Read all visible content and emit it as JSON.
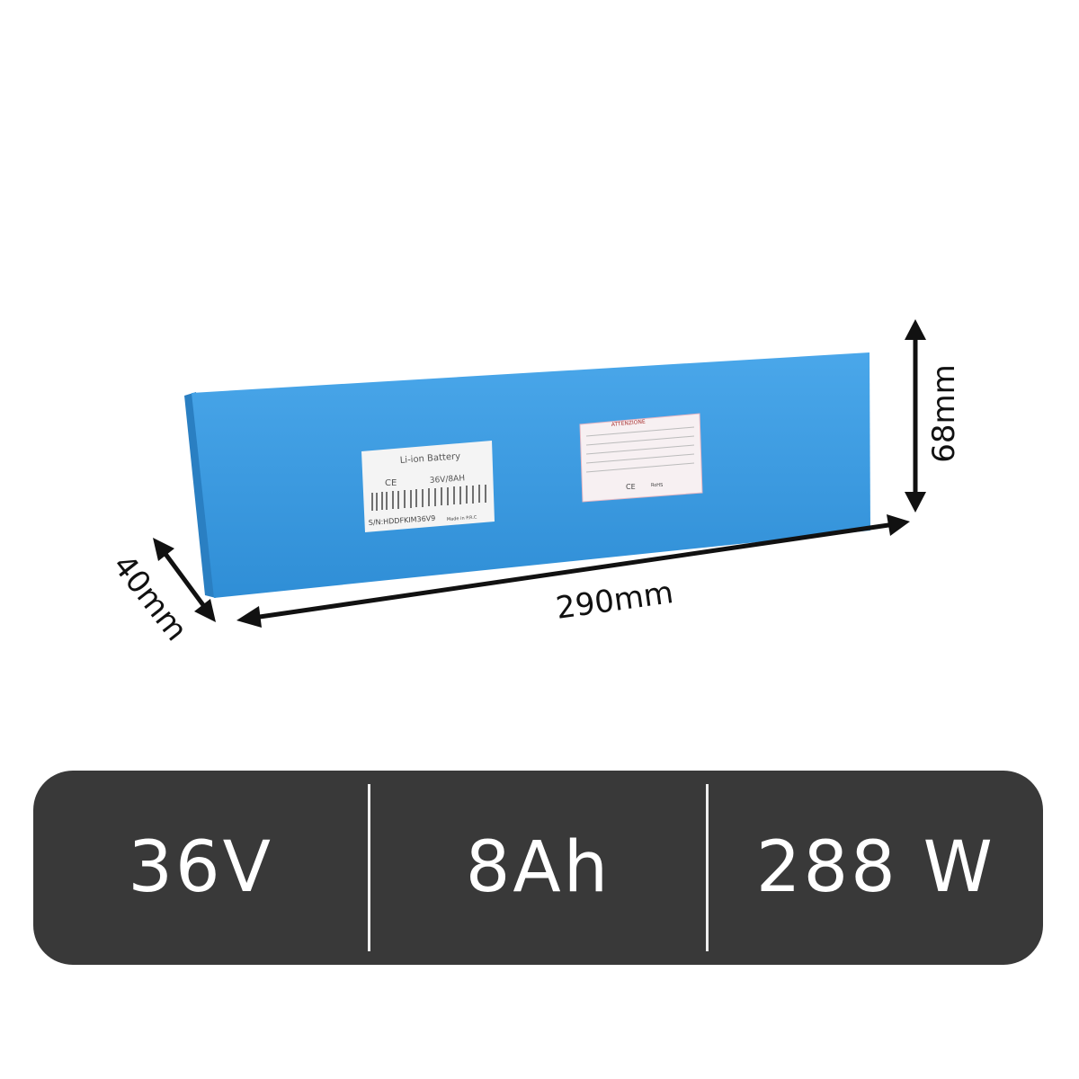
{
  "dimensions": {
    "length": "290mm",
    "height": "68mm",
    "depth": "40mm"
  },
  "label_main": {
    "title": "Li-ion Battery",
    "rating": "36V/8AH",
    "serial": "S/N:HDDFKIM36V9",
    "origin": "Made in P.R.C",
    "cert": "CE"
  },
  "label_warning": {
    "title": "ATTENZIONE",
    "marks": [
      "CE",
      "RoHS"
    ]
  },
  "specs": [
    {
      "value": "36V"
    },
    {
      "value": "8Ah"
    },
    {
      "value": "288 W"
    }
  ],
  "colors": {
    "battery": "#3a9be0",
    "bar": "#393939"
  }
}
